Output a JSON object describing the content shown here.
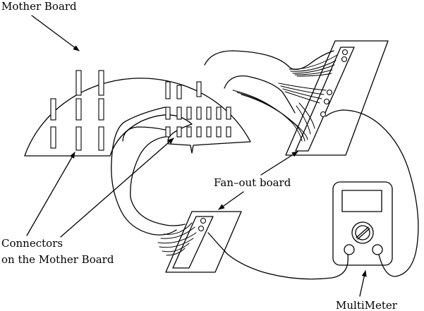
{
  "labels": {
    "mother_board": "Mother Board",
    "fan_out_board": "Fan–out board",
    "connectors_line1": "Connectors",
    "connectors_line2": "on the Mother Board",
    "multimeter": "MultiMeter"
  },
  "colors": {
    "ink": "#000000",
    "paper": "#ffffff"
  }
}
